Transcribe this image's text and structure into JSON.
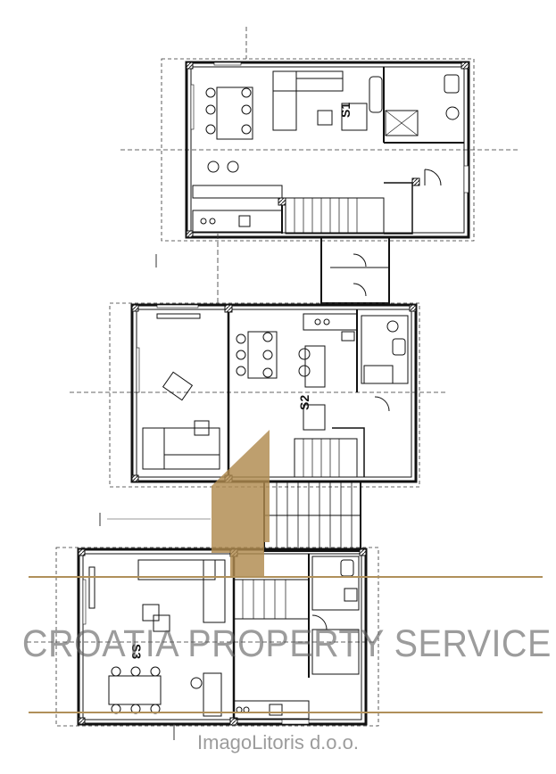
{
  "floors": [
    {
      "label": "S1"
    },
    {
      "label": "S2"
    },
    {
      "label": "S3"
    }
  ],
  "watermark": {
    "title": "CROATIA PROPERTY SERVICE",
    "subtitle": "ImagoLitoris d.o.o.",
    "line_color": "#b0905a",
    "overlay_color": "#b08a4e"
  }
}
